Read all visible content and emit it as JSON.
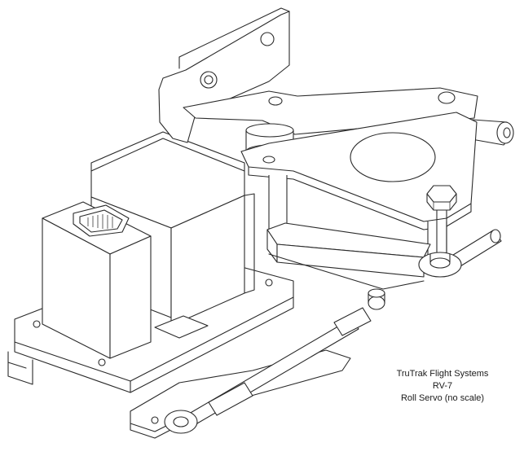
{
  "caption": {
    "line1": "TruTrak Flight Systems",
    "line2": "RV-7",
    "line3": "Roll Servo (no scale)"
  },
  "colors": {
    "ink": "#2a2a2a",
    "paper": "#ffffff"
  }
}
